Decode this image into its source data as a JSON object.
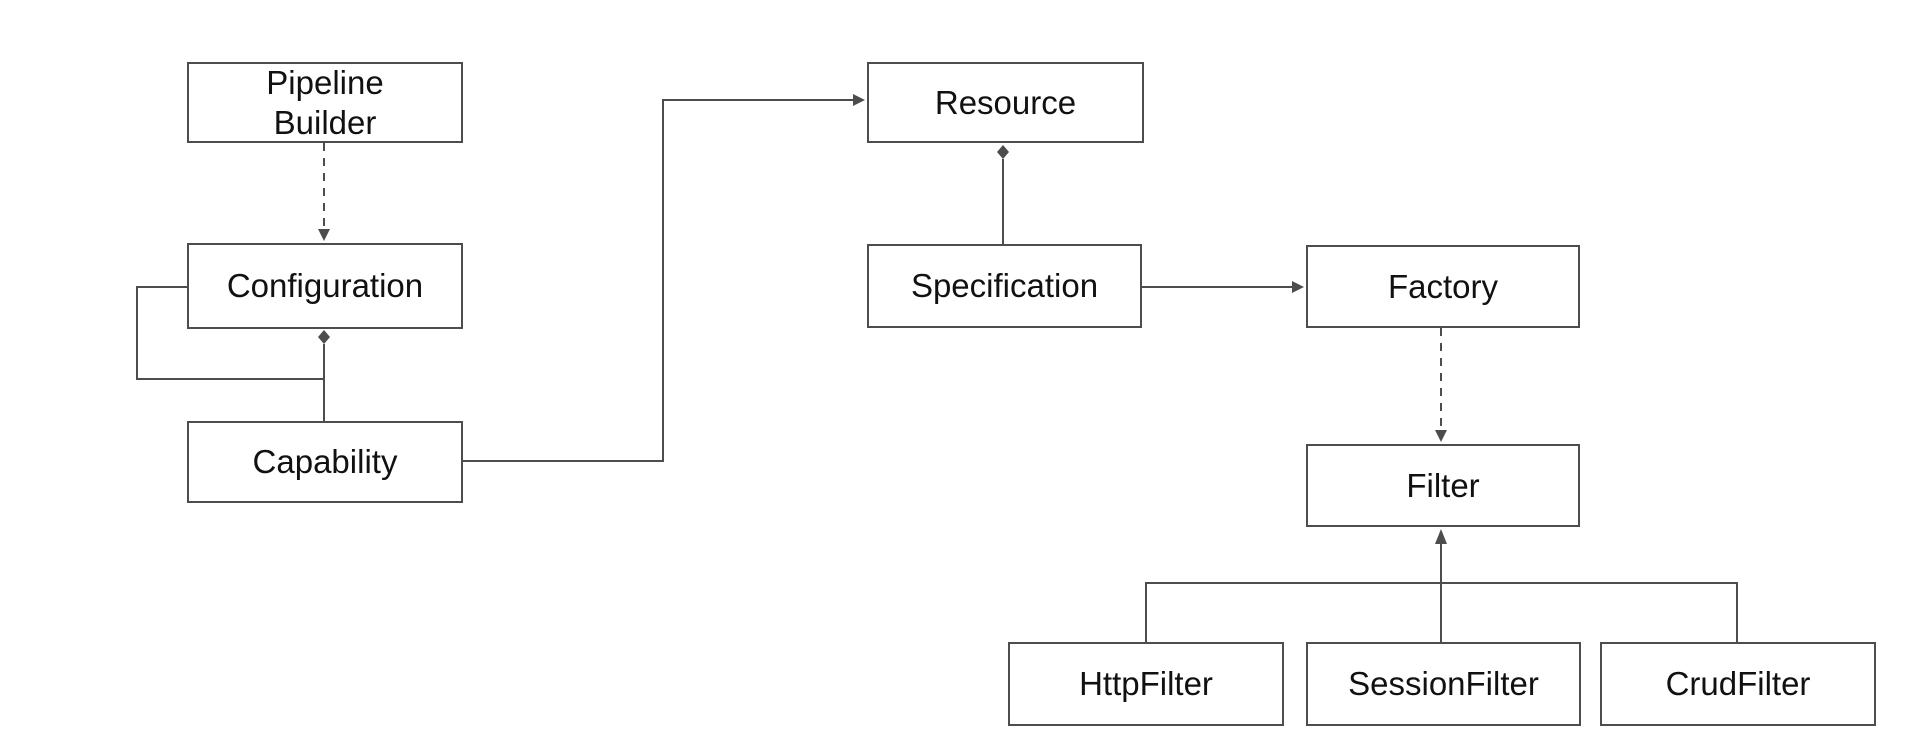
{
  "diagram": {
    "background_color": "#ffffff",
    "line_color": "#4d4d4d",
    "text_color": "#111111",
    "nodes": {
      "pipeline_builder": {
        "label": "Pipeline\nBuilder"
      },
      "configuration": {
        "label": "Configuration"
      },
      "capability": {
        "label": "Capability"
      },
      "resource": {
        "label": "Resource"
      },
      "specification": {
        "label": "Specification"
      },
      "factory": {
        "label": "Factory"
      },
      "filter": {
        "label": "Filter"
      },
      "http_filter": {
        "label": "HttpFilter"
      },
      "session_filter": {
        "label": "SessionFilter"
      },
      "crud_filter": {
        "label": "CrudFilter"
      }
    },
    "edges": [
      {
        "from": "pipeline_builder",
        "to": "configuration",
        "line": "dashed",
        "head": "arrow"
      },
      {
        "from": "configuration",
        "to": "configuration",
        "line": "solid",
        "head": "none",
        "note": "self-loop out left side joining capability line"
      },
      {
        "from": "capability",
        "to": "configuration",
        "line": "solid",
        "head": "diamond"
      },
      {
        "from": "capability",
        "to": "resource",
        "line": "solid",
        "head": "arrow"
      },
      {
        "from": "specification",
        "to": "resource",
        "line": "solid",
        "head": "diamond"
      },
      {
        "from": "specification",
        "to": "factory",
        "line": "solid",
        "head": "arrow"
      },
      {
        "from": "factory",
        "to": "filter",
        "line": "dashed",
        "head": "arrow"
      },
      {
        "from": "http_filter",
        "to": "filter",
        "line": "solid",
        "head": "triangle"
      },
      {
        "from": "session_filter",
        "to": "filter",
        "line": "solid",
        "head": "triangle"
      },
      {
        "from": "crud_filter",
        "to": "filter",
        "line": "solid",
        "head": "triangle"
      }
    ]
  }
}
